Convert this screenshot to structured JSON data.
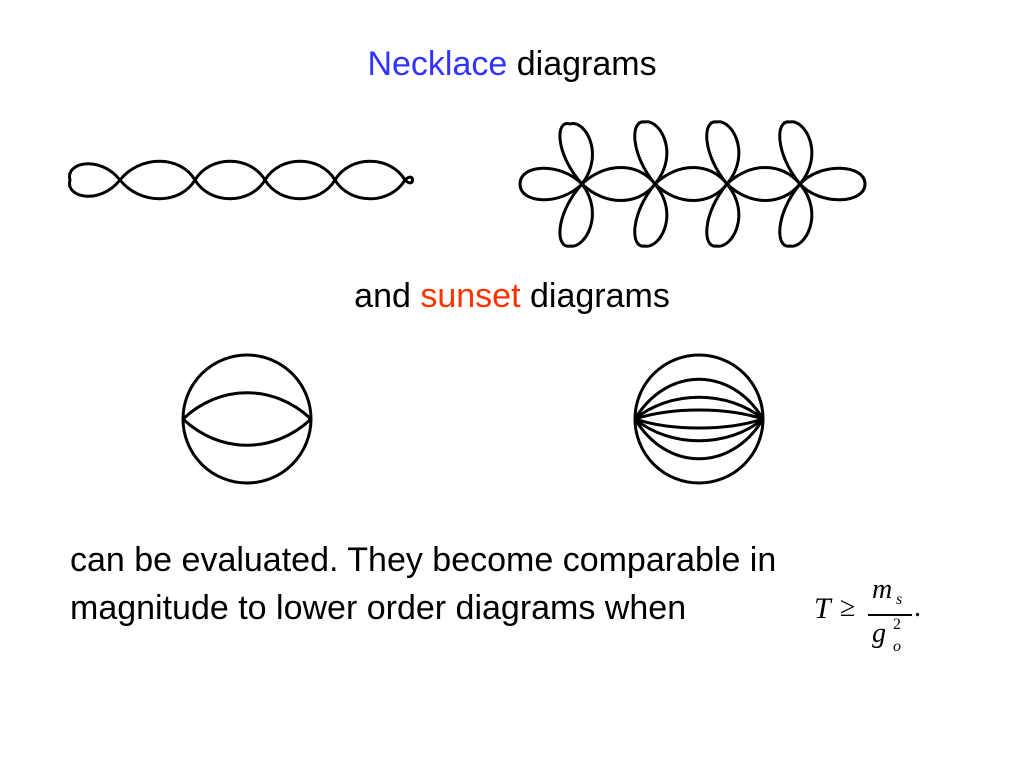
{
  "title": {
    "highlight": "Necklace",
    "rest": " diagrams"
  },
  "subtitle": {
    "prefix": "and ",
    "highlight": "sunset",
    "rest": " diagrams"
  },
  "body": {
    "line1": "can be evaluated.  They become comparable in",
    "line2": "magnitude to lower order diagrams when"
  },
  "formula": {
    "lhs": "T",
    "relation": "≥",
    "numerator_base": "m",
    "numerator_sub": "s",
    "denominator_base": "g",
    "denominator_sup": "2",
    "denominator_sub": "o",
    "trailing": "."
  },
  "colors": {
    "necklace": "#3333ff",
    "sunset": "#ff3300"
  }
}
